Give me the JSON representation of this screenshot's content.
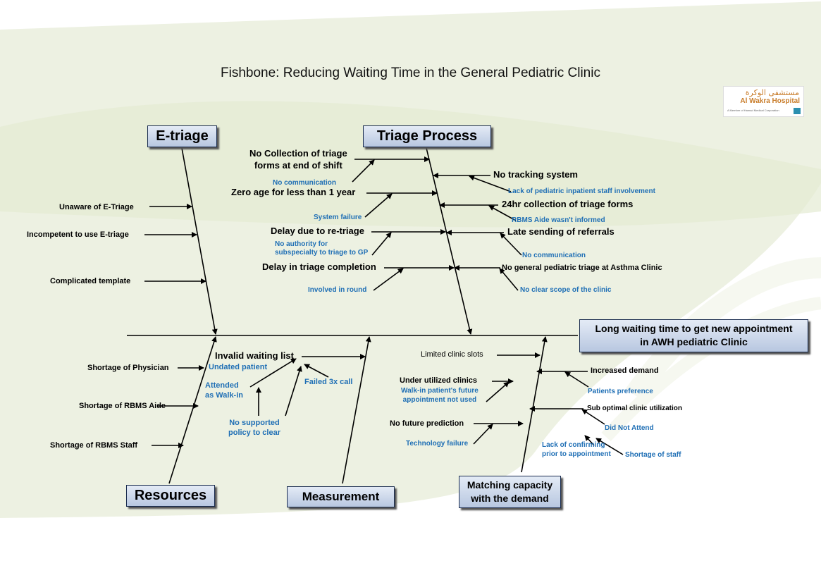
{
  "title": "Fishbone: Reducing Waiting Time in the General Pediatric Clinic",
  "logo": {
    "arabic": "مستشفى الوكرة",
    "english": "Al Wakra Hospital",
    "subtitle": "A Member of Hamad Medical Corporation"
  },
  "effect": {
    "line1": "Long waiting time to get new appointment",
    "line2": "in AWH pediatric  Clinic"
  },
  "categories": {
    "e_triage": "E-triage",
    "triage_process": "Triage Process",
    "resources": "Resources",
    "measurement": "Measurement",
    "matching_line1": "Matching capacity",
    "matching_line2": "with the demand"
  },
  "e_triage_causes": [
    "Unaware of E-Triage",
    "Incompetent to use E-triage",
    "Complicated template"
  ],
  "triage_process": {
    "left": {
      "c1_line1": "No Collection of triage",
      "c1_line2": "forms at end of shift",
      "c1_sub": "No communication",
      "c2": "Zero age for less than 1 year",
      "c2_sub": "System failure",
      "c3": "Delay due to re-triage",
      "c3_sub_line1": "No authority for",
      "c3_sub_line2": "subspecialty to triage to GP",
      "c4": "Delay in triage completion",
      "c4_sub": "Involved in round"
    },
    "right": {
      "c1": "No tracking system",
      "c1_sub": "Lack of pediatric inpatient staff involvement",
      "c2": "24hr collection of triage forms",
      "c2_sub": "RBMS Aide wasn't informed",
      "c3": "Late sending of referrals",
      "c3_sub": "No communication",
      "c4": "No general pediatric triage at Asthma Clinic",
      "c4_sub": "No clear scope of the clinic"
    }
  },
  "resources_causes": [
    "Shortage of Physician",
    "Shortage of RBMS Aide",
    "Shortage of RBMS Staff"
  ],
  "measurement": {
    "main": "Invalid waiting list",
    "sub1": "Undated patient",
    "sub2_line1": "Attended",
    "sub2_line2": "as Walk-in",
    "sub3": "Failed 3x call",
    "sub4_line1": "No supported",
    "sub4_line2": "policy to clear"
  },
  "matching": {
    "left": {
      "c1": "Limited clinic slots",
      "c2": "Under utilized clinics",
      "c2_sub_line1": "Walk-in patient's future",
      "c2_sub_line2": "appointment not used",
      "c3": "No future prediction",
      "c3_sub": "Technology failure"
    },
    "right": {
      "c1": "Increased demand",
      "c1_sub": "Patients preference",
      "c2": "Sub optimal clinic utilization",
      "c2_sub": "Did Not Attend",
      "c2_sub2_line1": "Lack of confirming",
      "c2_sub2_line2": "prior to appointment",
      "c2_sub3": "Shortage of staff"
    }
  },
  "colors": {
    "cause_blue": "#1f6fb5",
    "box_fill_top": "#e4ebf6",
    "box_fill_bottom": "#b8c7e0",
    "box_border": "#1b2d4f",
    "background_swirl": "#dde7c8"
  }
}
